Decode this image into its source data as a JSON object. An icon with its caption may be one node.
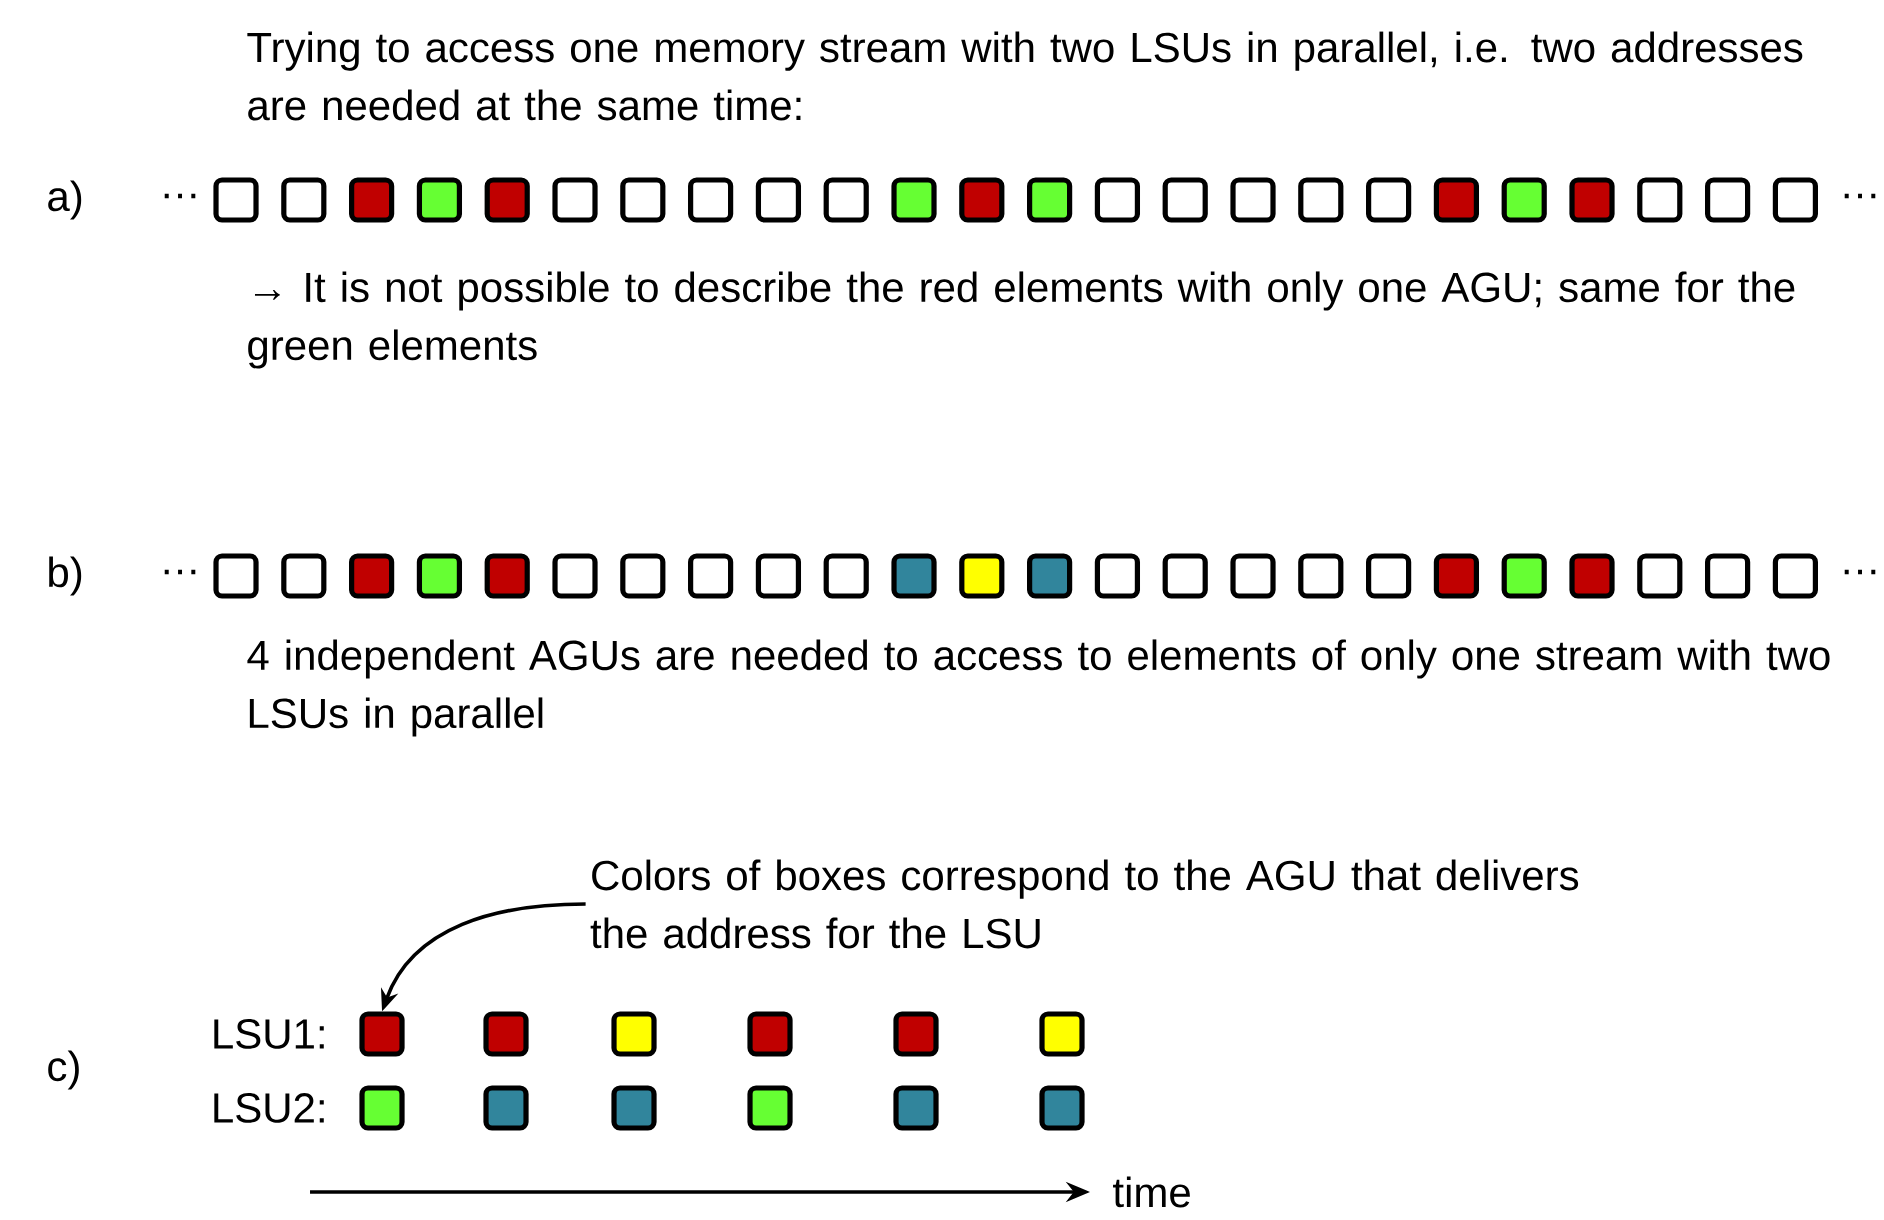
{
  "diagram": {
    "nodes": [
      {
        "text": [],
        "shape": "box"
      },
      {
        "text": [],
        "shape": "box"
      },
      {
        "text": [],
        "shape": "box"
      },
      {
        "text": [],
        "shape": "box"
      },
      {
        "text": [],
        "shape": "box"
      },
      {
        "text": [],
        "shape": "box"
      },
      {
        "text": [],
        "shape": "box"
      },
      {
        "text": [],
        "shape": "box"
      },
      {
        "text": [],
        "shape": "box"
      },
      {
        "text": [],
        "shape": "box"
      },
      {
        "text": [],
        "shape": "box"
      },
      {
        "text": [],
        "shape": "box"
      },
      {
        "text": [],
        "shape": "box"
      },
      {
        "text": [],
        "shape": "box"
      },
      {
        "text": [],
        "shape": "box"
      },
      {
        "text": [],
        "shape": "box"
      },
      {
        "text": [],
        "shape": "box"
      },
      {
        "text": [],
        "shape": "box"
      },
      {
        "text": [],
        "shape": "box"
      },
      {
        "text": [],
        "shape": "box"
      },
      {
        "text": [],
        "shape": "box"
      },
      {
        "text": [],
        "shape": "box"
      },
      {
        "text": [],
        "shape": "box"
      },
      {
        "text": [],
        "shape": "box"
      },
      {
        "text": [],
        "shape": "box"
      },
      {
        "text": [],
        "shape": "box"
      },
      {
        "text": [],
        "shape": "box"
      },
      {
        "text": [],
        "shape": "box"
      },
      {
        "text": [],
        "shape": "box"
      },
      {
        "text": [],
        "shape": "box"
      },
      {
        "text": [],
        "shape": "box"
      },
      {
        "text": [],
        "shape": "box"
      },
      {
        "text": [],
        "shape": "box"
      },
      {
        "text": [],
        "shape": "box"
      },
      {
        "text": [],
        "shape": "box"
      },
      {
        "text": [],
        "shape": "box"
      },
      {
        "text": [],
        "shape": "box"
      },
      {
        "text": [],
        "shape": "box"
      },
      {
        "text": [],
        "shape": "box"
      },
      {
        "text": [],
        "shape": "box"
      },
      {
        "text": [],
        "shape": "box"
      },
      {
        "text": [],
        "shape": "box"
      },
      {
        "text": [],
        "shape": "box"
      },
      {
        "text": [],
        "shape": "box"
      },
      {
        "text": [],
        "shape": "box"
      },
      {
        "text": [],
        "shape": "box"
      },
      {
        "text": [],
        "shape": "box"
      },
      {
        "text": [],
        "shape": "box"
      },
      {
        "text": [
          "Colors of boxes correspond to the AGU that delivers the address for the LSU"
        ]
      },
      {
        "text": [],
        "shape": "box"
      },
      {
        "text": [],
        "shape": "box"
      },
      {
        "text": [],
        "shape": "box"
      },
      {
        "text": [],
        "shape": "box"
      },
      {
        "text": [],
        "shape": "box"
      },
      {
        "text": [],
        "shape": "box"
      },
      {
        "text": [],
        "shape": "box"
      },
      {
        "text": [],
        "shape": "box"
      },
      {
        "text": [],
        "shape": "box"
      },
      {
        "text": [],
        "shape": "box"
      },
      {
        "text": [],
        "shape": "box"
      },
      {
        "text": [],
        "shape": "box"
      }
    ],
    "edges": [
      {
        "from": 48,
        "to": 49,
        "arrow": "to"
      }
    ],
    "labels": [
      "Trying to access one memory stream with two LSUs in parallel, i.e. two addresses are needed at the same time:",
      "a)",
      "…",
      "…",
      "→ It is not possible to describe the red elements with only one AGU; same for the green elements",
      "b)",
      "…",
      "…",
      "4 independent AGUs are needed to access to elements of only one stream with two LSUs in parallel",
      "c)",
      "LSU1:",
      "LSU2:",
      "time"
    ]
  }
}
